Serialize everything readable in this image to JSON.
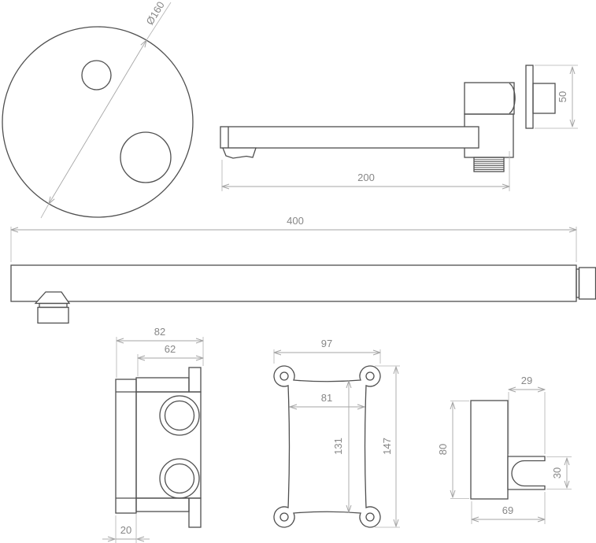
{
  "drawing": {
    "type": "technical-dimension-drawing",
    "colors": {
      "object_line": "#4f4f4f",
      "dimension_line": "#a6a6a6",
      "text": "#878787",
      "background": "#ffffff"
    },
    "figures": {
      "faceplate": {
        "diameter": "Ø160"
      },
      "wall_spout": {
        "length": "200",
        "flange_height": "50"
      },
      "long_spout": {
        "length": "400"
      },
      "valve": {
        "width": "82",
        "body_width": "62",
        "flange_depth": "20"
      },
      "plate": {
        "width": "97",
        "inner_width": "81",
        "inner_height": "131",
        "height": "147"
      },
      "holder": {
        "clip_depth": "29",
        "height": "80",
        "clip_height": "30",
        "width": "69"
      }
    }
  }
}
